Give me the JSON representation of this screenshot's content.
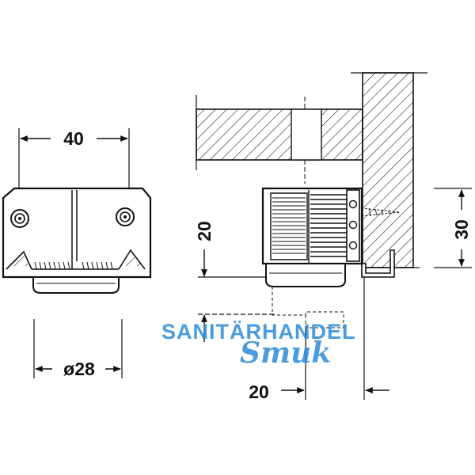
{
  "dimensions": {
    "width_40": "40",
    "diameter_28": "ø28",
    "height_20_vertical": "20",
    "width_20_horizontal": "20",
    "height_30": "30"
  },
  "watermark": {
    "line1": "SANITÄRHANDEL",
    "line2": "Smuk"
  },
  "colors": {
    "line": "#111111",
    "watermark": "#2b8bd8"
  }
}
